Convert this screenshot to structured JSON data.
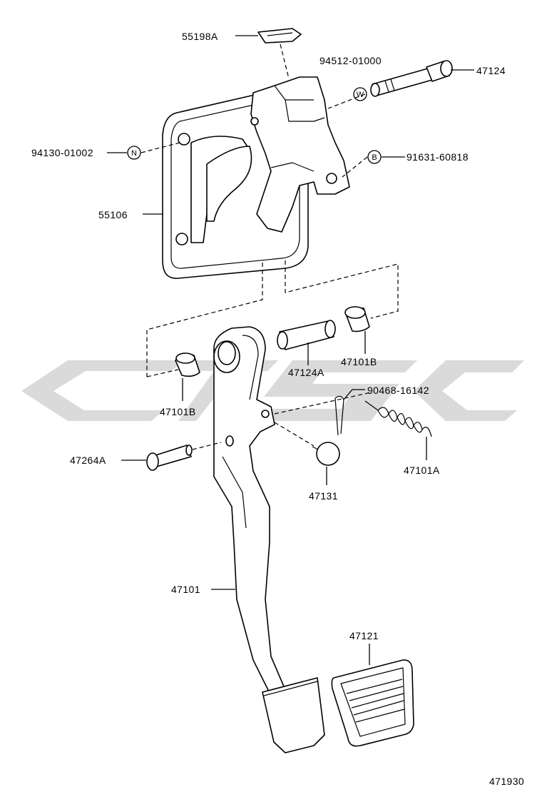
{
  "diagram_id": "471930",
  "parts": [
    {
      "id": "55198A"
    },
    {
      "id": "94512-01000"
    },
    {
      "id": "47124"
    },
    {
      "id": "94130-01002"
    },
    {
      "id": "91631-60818"
    },
    {
      "id": "55106"
    },
    {
      "id": "47124A"
    },
    {
      "id": "47101B"
    },
    {
      "id": "47101B"
    },
    {
      "id": "90468-16142"
    },
    {
      "id": "47264A"
    },
    {
      "id": "47131"
    },
    {
      "id": "47101A"
    },
    {
      "id": "47101"
    },
    {
      "id": "47121"
    }
  ],
  "markers": {
    "w": "W",
    "n": "N",
    "b": "B"
  },
  "watermark_color": "#d3d3d3"
}
